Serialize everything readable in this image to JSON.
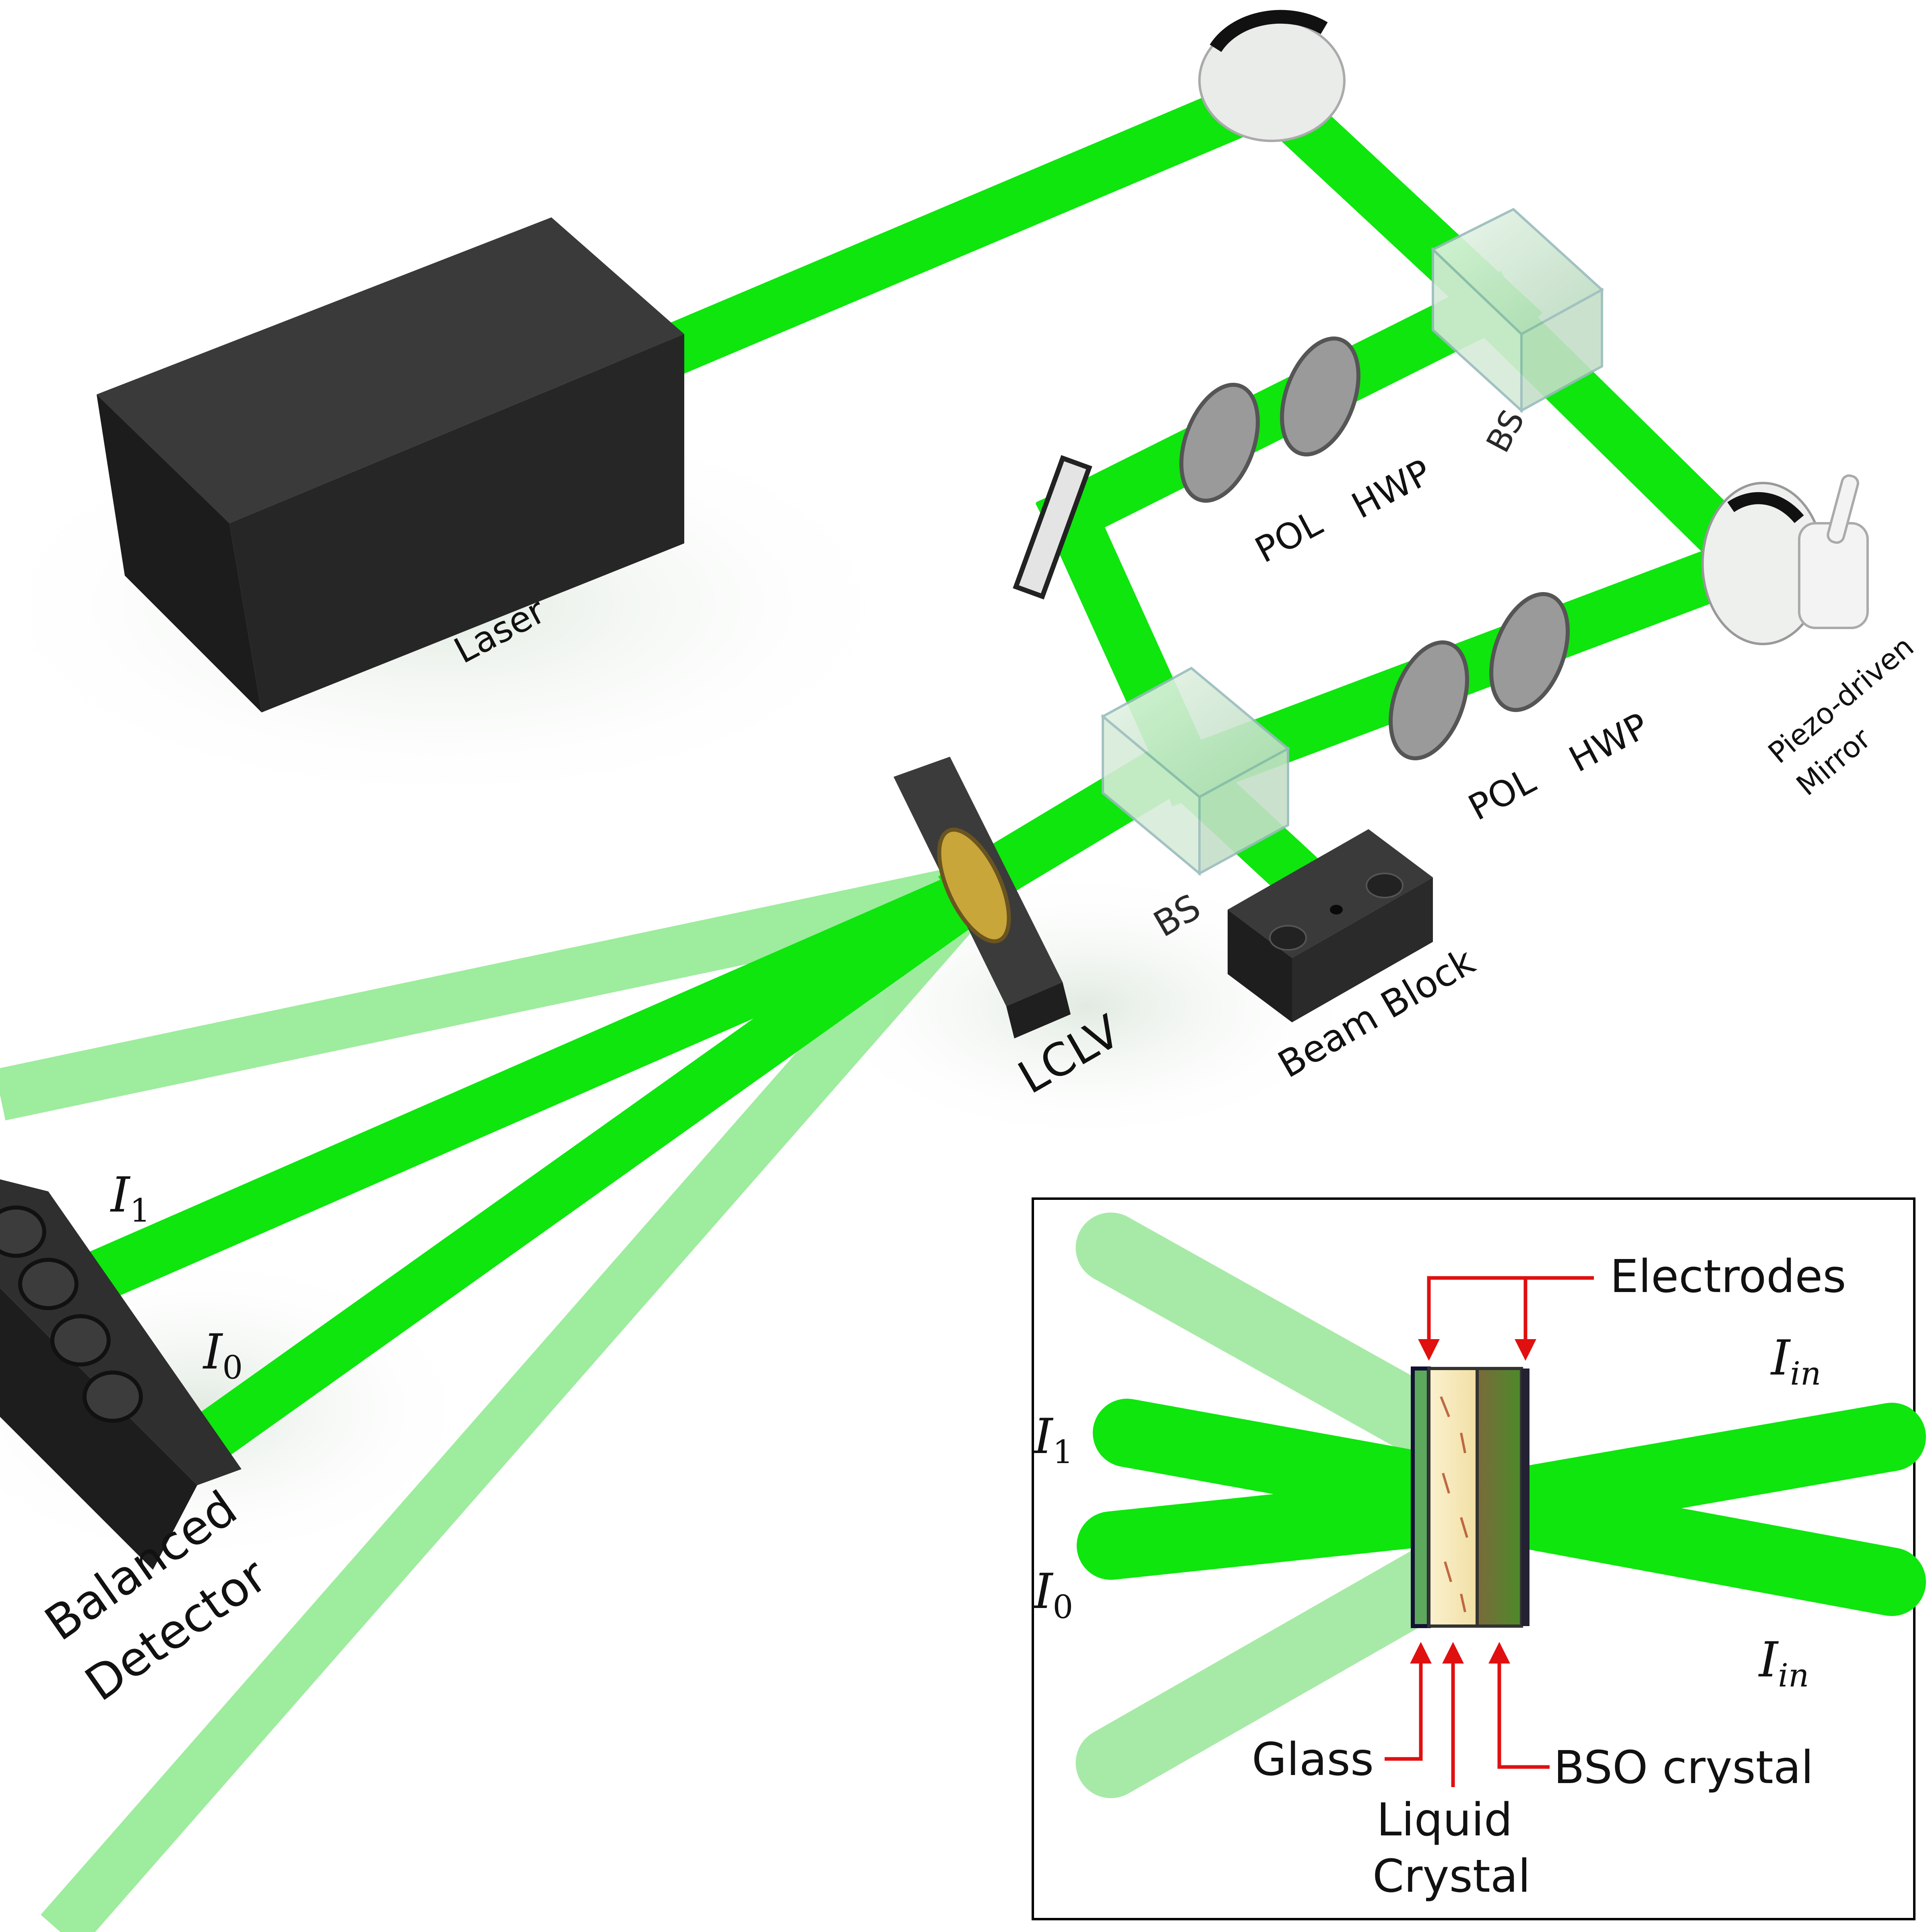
{
  "labels": {
    "laser": "Laser",
    "bs_top": "BS",
    "pol_top": "POL",
    "hwp_top": "HWP",
    "pol_bottom": "POL",
    "hwp_bottom": "HWP",
    "piezo_line1": "Piezo-driven",
    "piezo_line2": "Mirror",
    "bs_bottom": "BS",
    "beam_block": "Beam Block",
    "lclv": "LCLV",
    "balanced_line1": "Balanced",
    "balanced_line2": "Detector",
    "i1_main": "I",
    "i1_main_sub": "1",
    "i0_main": "I",
    "i0_main_sub": "0"
  },
  "inset": {
    "electrodes": "Electrodes",
    "i1": "I",
    "i1_sub": "1",
    "i0": "I",
    "i0_sub": "0",
    "iin_top": "I",
    "iin_top_sub": "in",
    "iin_bottom": "I",
    "iin_bottom_sub": "in",
    "glass": "Glass",
    "liquid_line1": "Liquid",
    "liquid_line2": "Crystal",
    "bso": "BSO crystal"
  },
  "colors": {
    "beam": "#0ee60e",
    "beam_faint": "#8ee98e",
    "annotation_arrow": "#e01010",
    "housing": "#2b2b2b"
  }
}
